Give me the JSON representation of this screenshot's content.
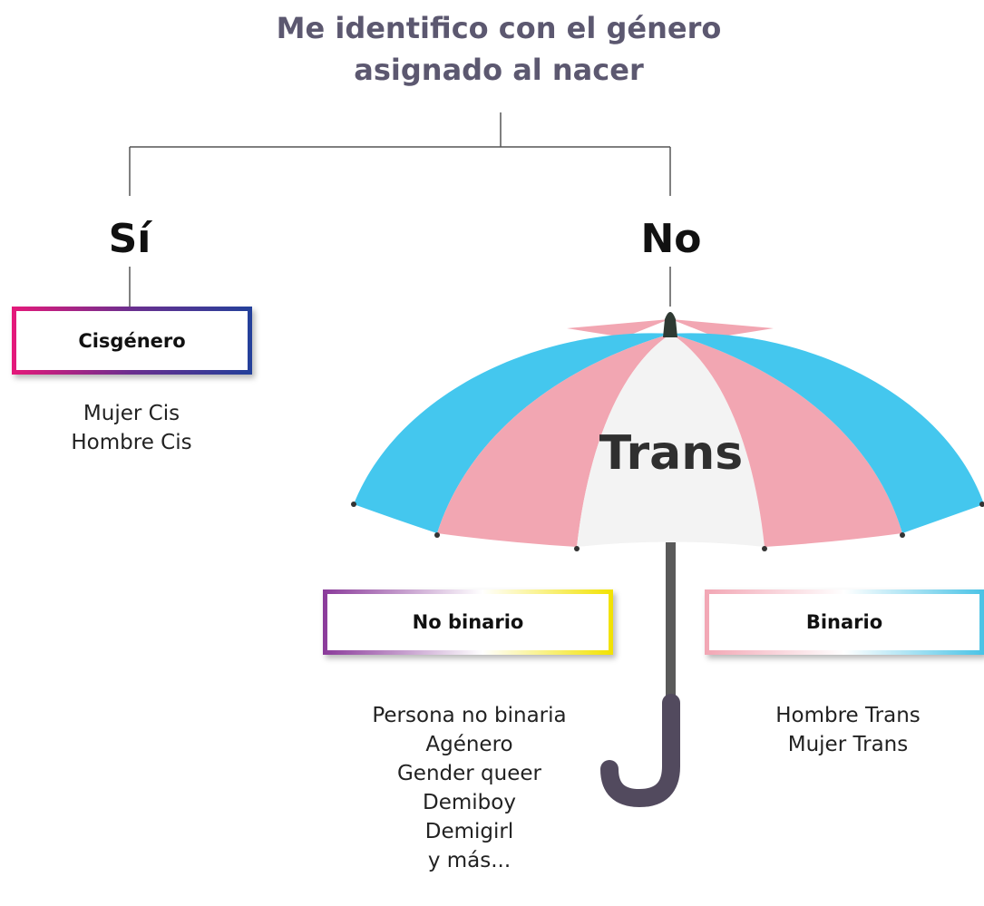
{
  "title": {
    "line1": "Me identifico con el género",
    "line2": "asignado al nacer"
  },
  "answers": {
    "yes": "Sí",
    "no": "No"
  },
  "cis": {
    "label": "Cisgénero",
    "items": [
      "Mujer Cis",
      "Hombre Cis"
    ]
  },
  "trans": {
    "label": "Trans",
    "colors": {
      "blue": "#44c7ee",
      "pink": "#f2a6b2",
      "white": "#f3f3f3"
    }
  },
  "nonbinary": {
    "label": "No binario",
    "items": [
      "Persona no binaria",
      "Agénero",
      "Gender queer",
      "Demiboy",
      "Demigirl",
      "y más..."
    ]
  },
  "binary": {
    "label": "Binario",
    "items": [
      "Hombre Trans",
      "Mujer Trans"
    ]
  },
  "colors": {
    "title": "#5c5870",
    "handle": "#524a5e",
    "shaft": "#5a5a5a"
  }
}
